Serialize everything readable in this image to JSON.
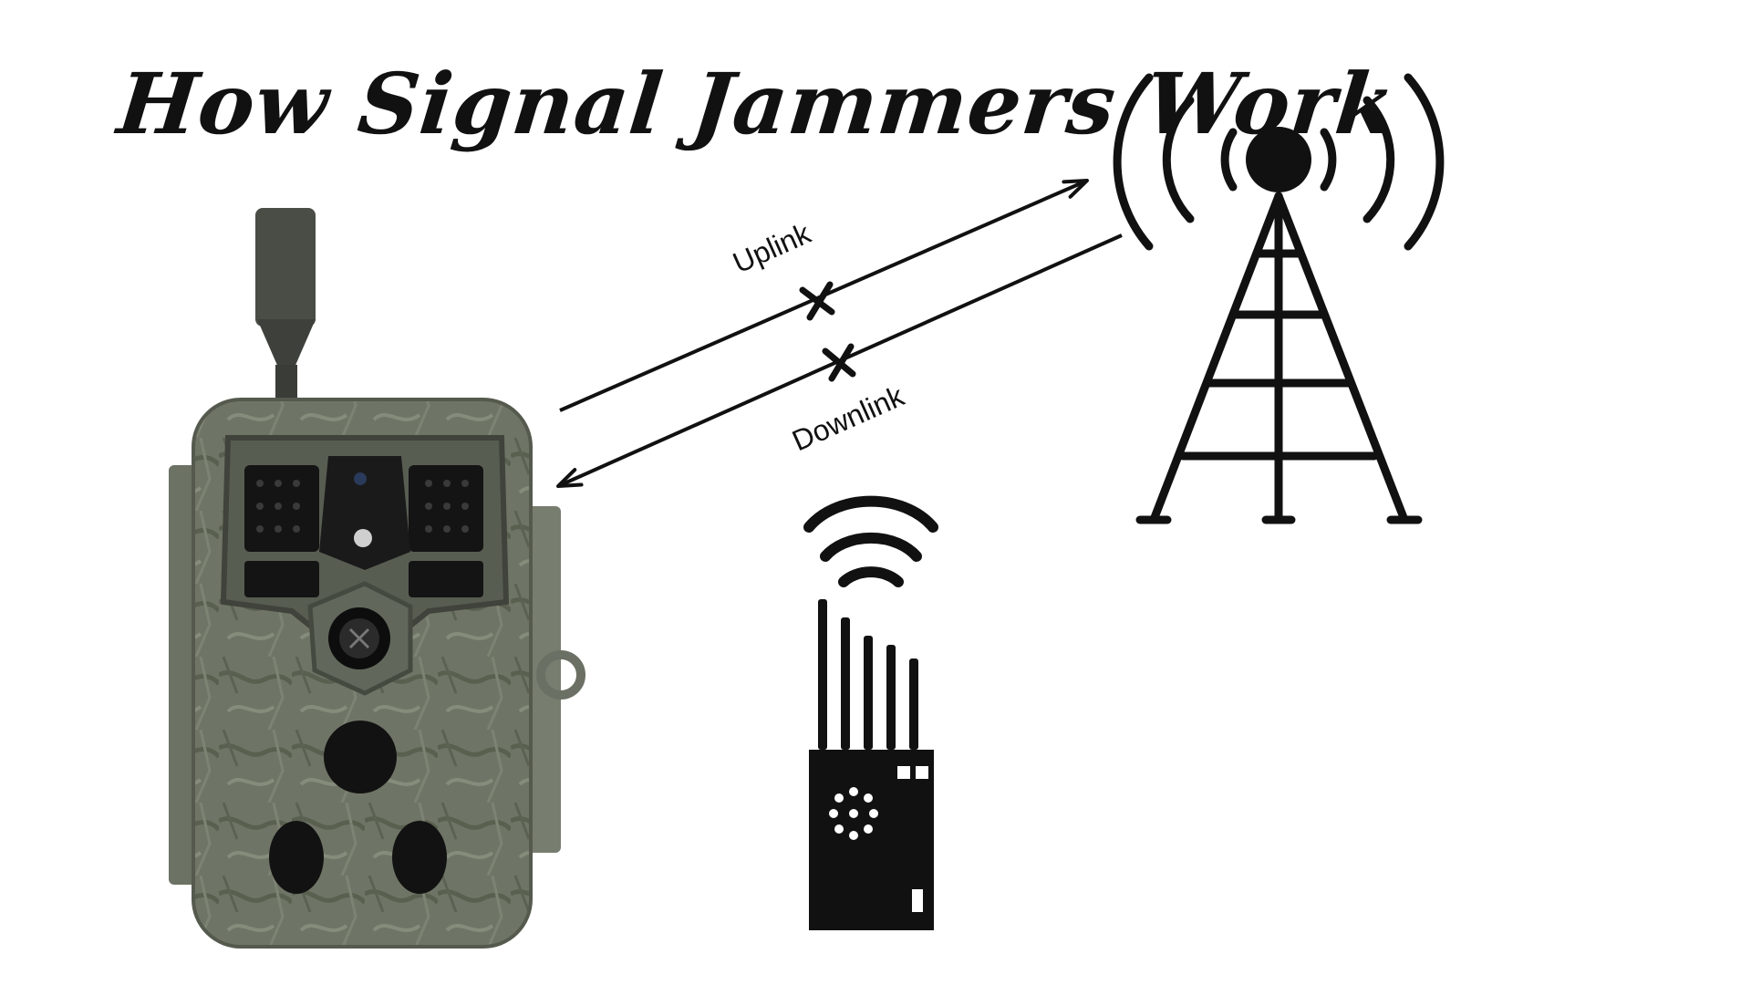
{
  "title": "How Signal Jammers Work",
  "labels": {
    "uplink": "Uplink",
    "downlink": "Downlink"
  },
  "colors": {
    "ink": "#111111",
    "camo_base": "#6f7566",
    "camo_dark": "#4d5247",
    "camo_light": "#8d9383",
    "background": "#ffffff"
  },
  "icons": {
    "camera": "trail-camera-icon",
    "tower": "cell-tower-icon",
    "jammer": "signal-jammer-icon",
    "blocked": "x-mark-icon"
  }
}
